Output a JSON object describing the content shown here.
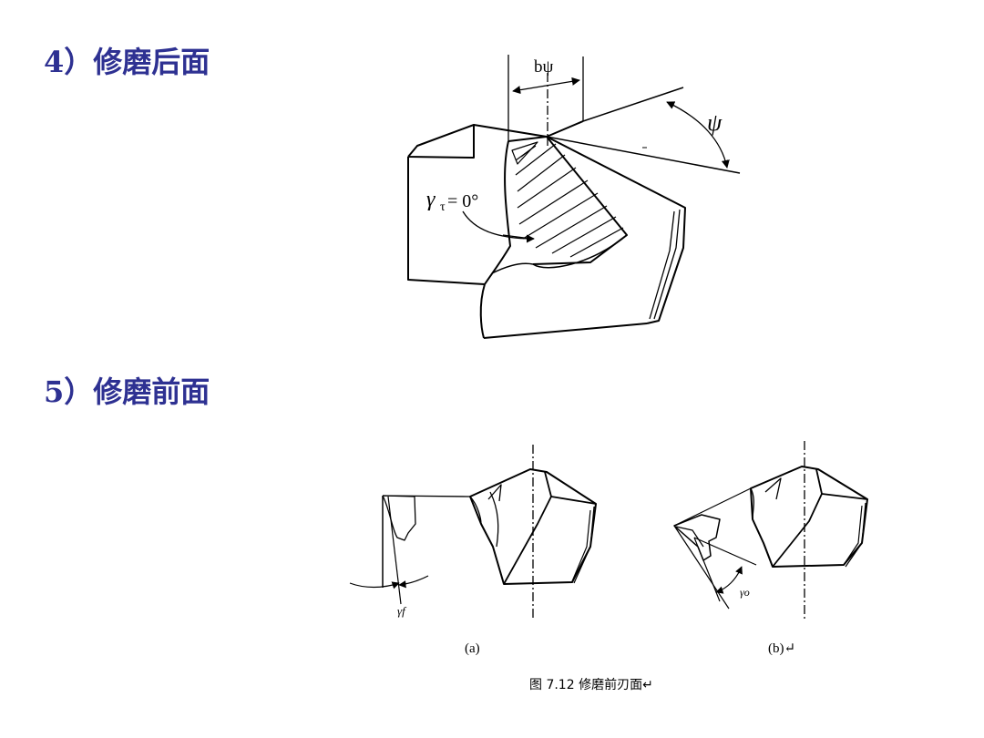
{
  "slide": {
    "heading_4": "4）修磨后面",
    "heading_5": "5）修磨前面"
  },
  "figure_top": {
    "label_b_phi": "bψ",
    "label_phi": "ψ",
    "label_gamma_main": "γ",
    "label_gamma_sub": "τ",
    "label_gamma_eq": " = 0°"
  },
  "figure_bottom": {
    "label_a": "(a)",
    "label_b": "(b)↵",
    "label_gamma_f": "γf",
    "label_gamma_o": "γo",
    "caption": "图 7.12   修磨前刃面↵"
  }
}
